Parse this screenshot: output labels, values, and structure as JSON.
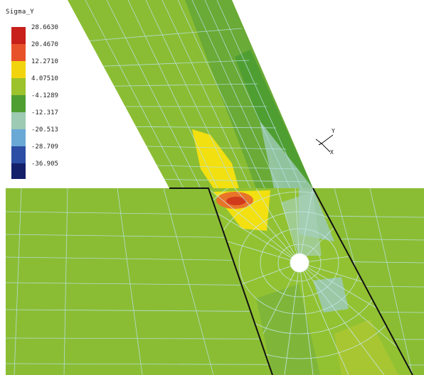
{
  "legend": {
    "title": "Sigma_Y",
    "entries": [
      {
        "label": "28.6630",
        "color": "#c8201a"
      },
      {
        "label": "20.4670",
        "color": "#e8522a"
      },
      {
        "label": "12.2710",
        "color": "#f2d40e"
      },
      {
        "label": "4.07510",
        "color": "#9cc22c"
      },
      {
        "label": "-4.1289",
        "color": "#4f9e32"
      },
      {
        "label": "-12.317",
        "color": "#9ccab2"
      },
      {
        "label": "-20.513",
        "color": "#6aa8d6"
      },
      {
        "label": "-28.709",
        "color": "#2c4ea4"
      },
      {
        "label": "-36.905",
        "color": "#14206a"
      }
    ]
  },
  "triad": {
    "y_label": "Y",
    "x_label": "X"
  }
}
